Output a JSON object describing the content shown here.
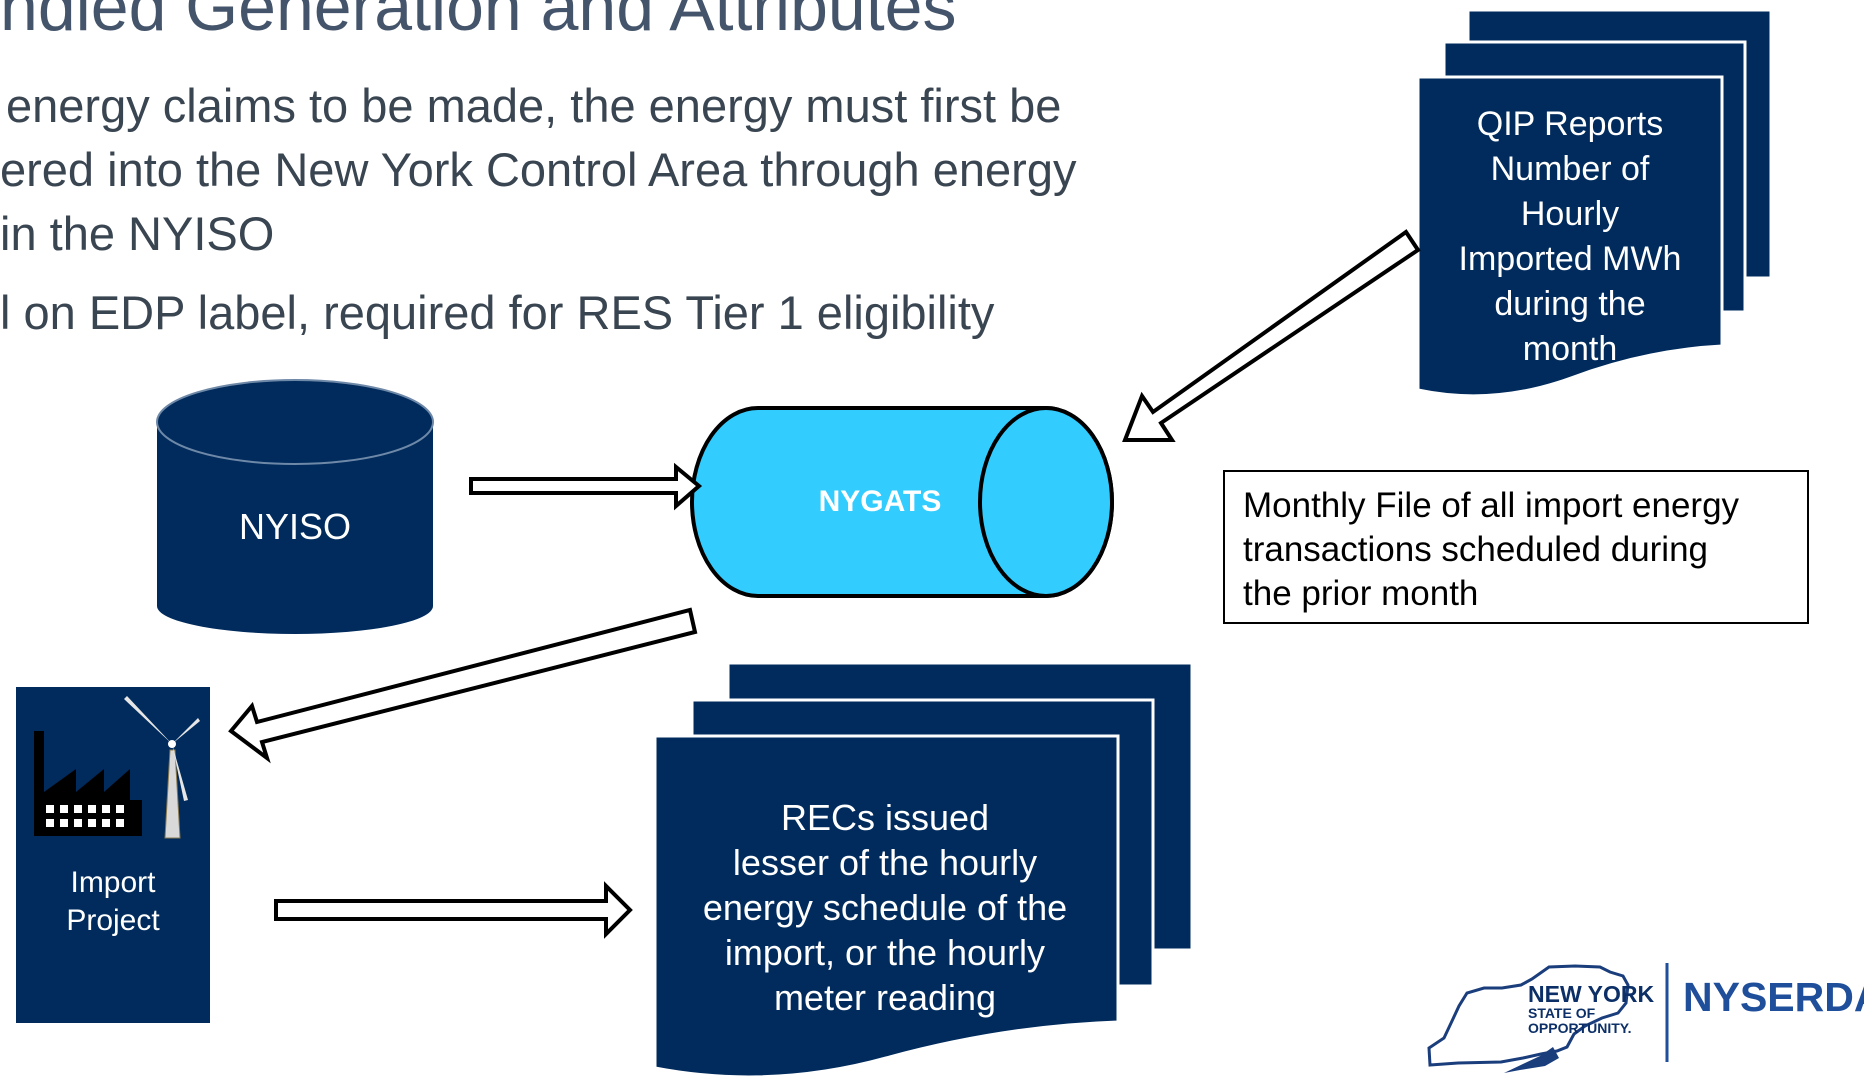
{
  "slide": {
    "title": "ndled Generation and Attributes",
    "bullets": [
      "energy claims to be made, the energy must first be",
      "ered into the New York Control Area through energy",
      "in the NYISO",
      "l on EDP label, required for RES Tier 1 eligibility"
    ]
  },
  "diagram": {
    "nyiso_label": "NYISO",
    "nygats_label": "NYGATS",
    "qip_lines": [
      "QIP Reports",
      "Number of",
      "Hourly",
      "Imported MWh",
      "during the",
      "month"
    ],
    "note_lines": [
      "Monthly File of all import energy",
      "transactions scheduled during",
      "the prior month"
    ],
    "import_lines": [
      "Import",
      "Project"
    ],
    "recs_lines": [
      "RECs issued",
      "lesser of the hourly",
      "energy schedule of the",
      "import, or the hourly",
      "meter reading"
    ]
  },
  "logo": {
    "state_line1": "NEW YORK",
    "state_line2": "STATE OF",
    "state_line3": "OPPORTUNITY.",
    "brand": "NYSERDA"
  },
  "colors": {
    "navy": "#002b5c",
    "cyan": "#33ccff",
    "title_gray": "#44546a"
  }
}
